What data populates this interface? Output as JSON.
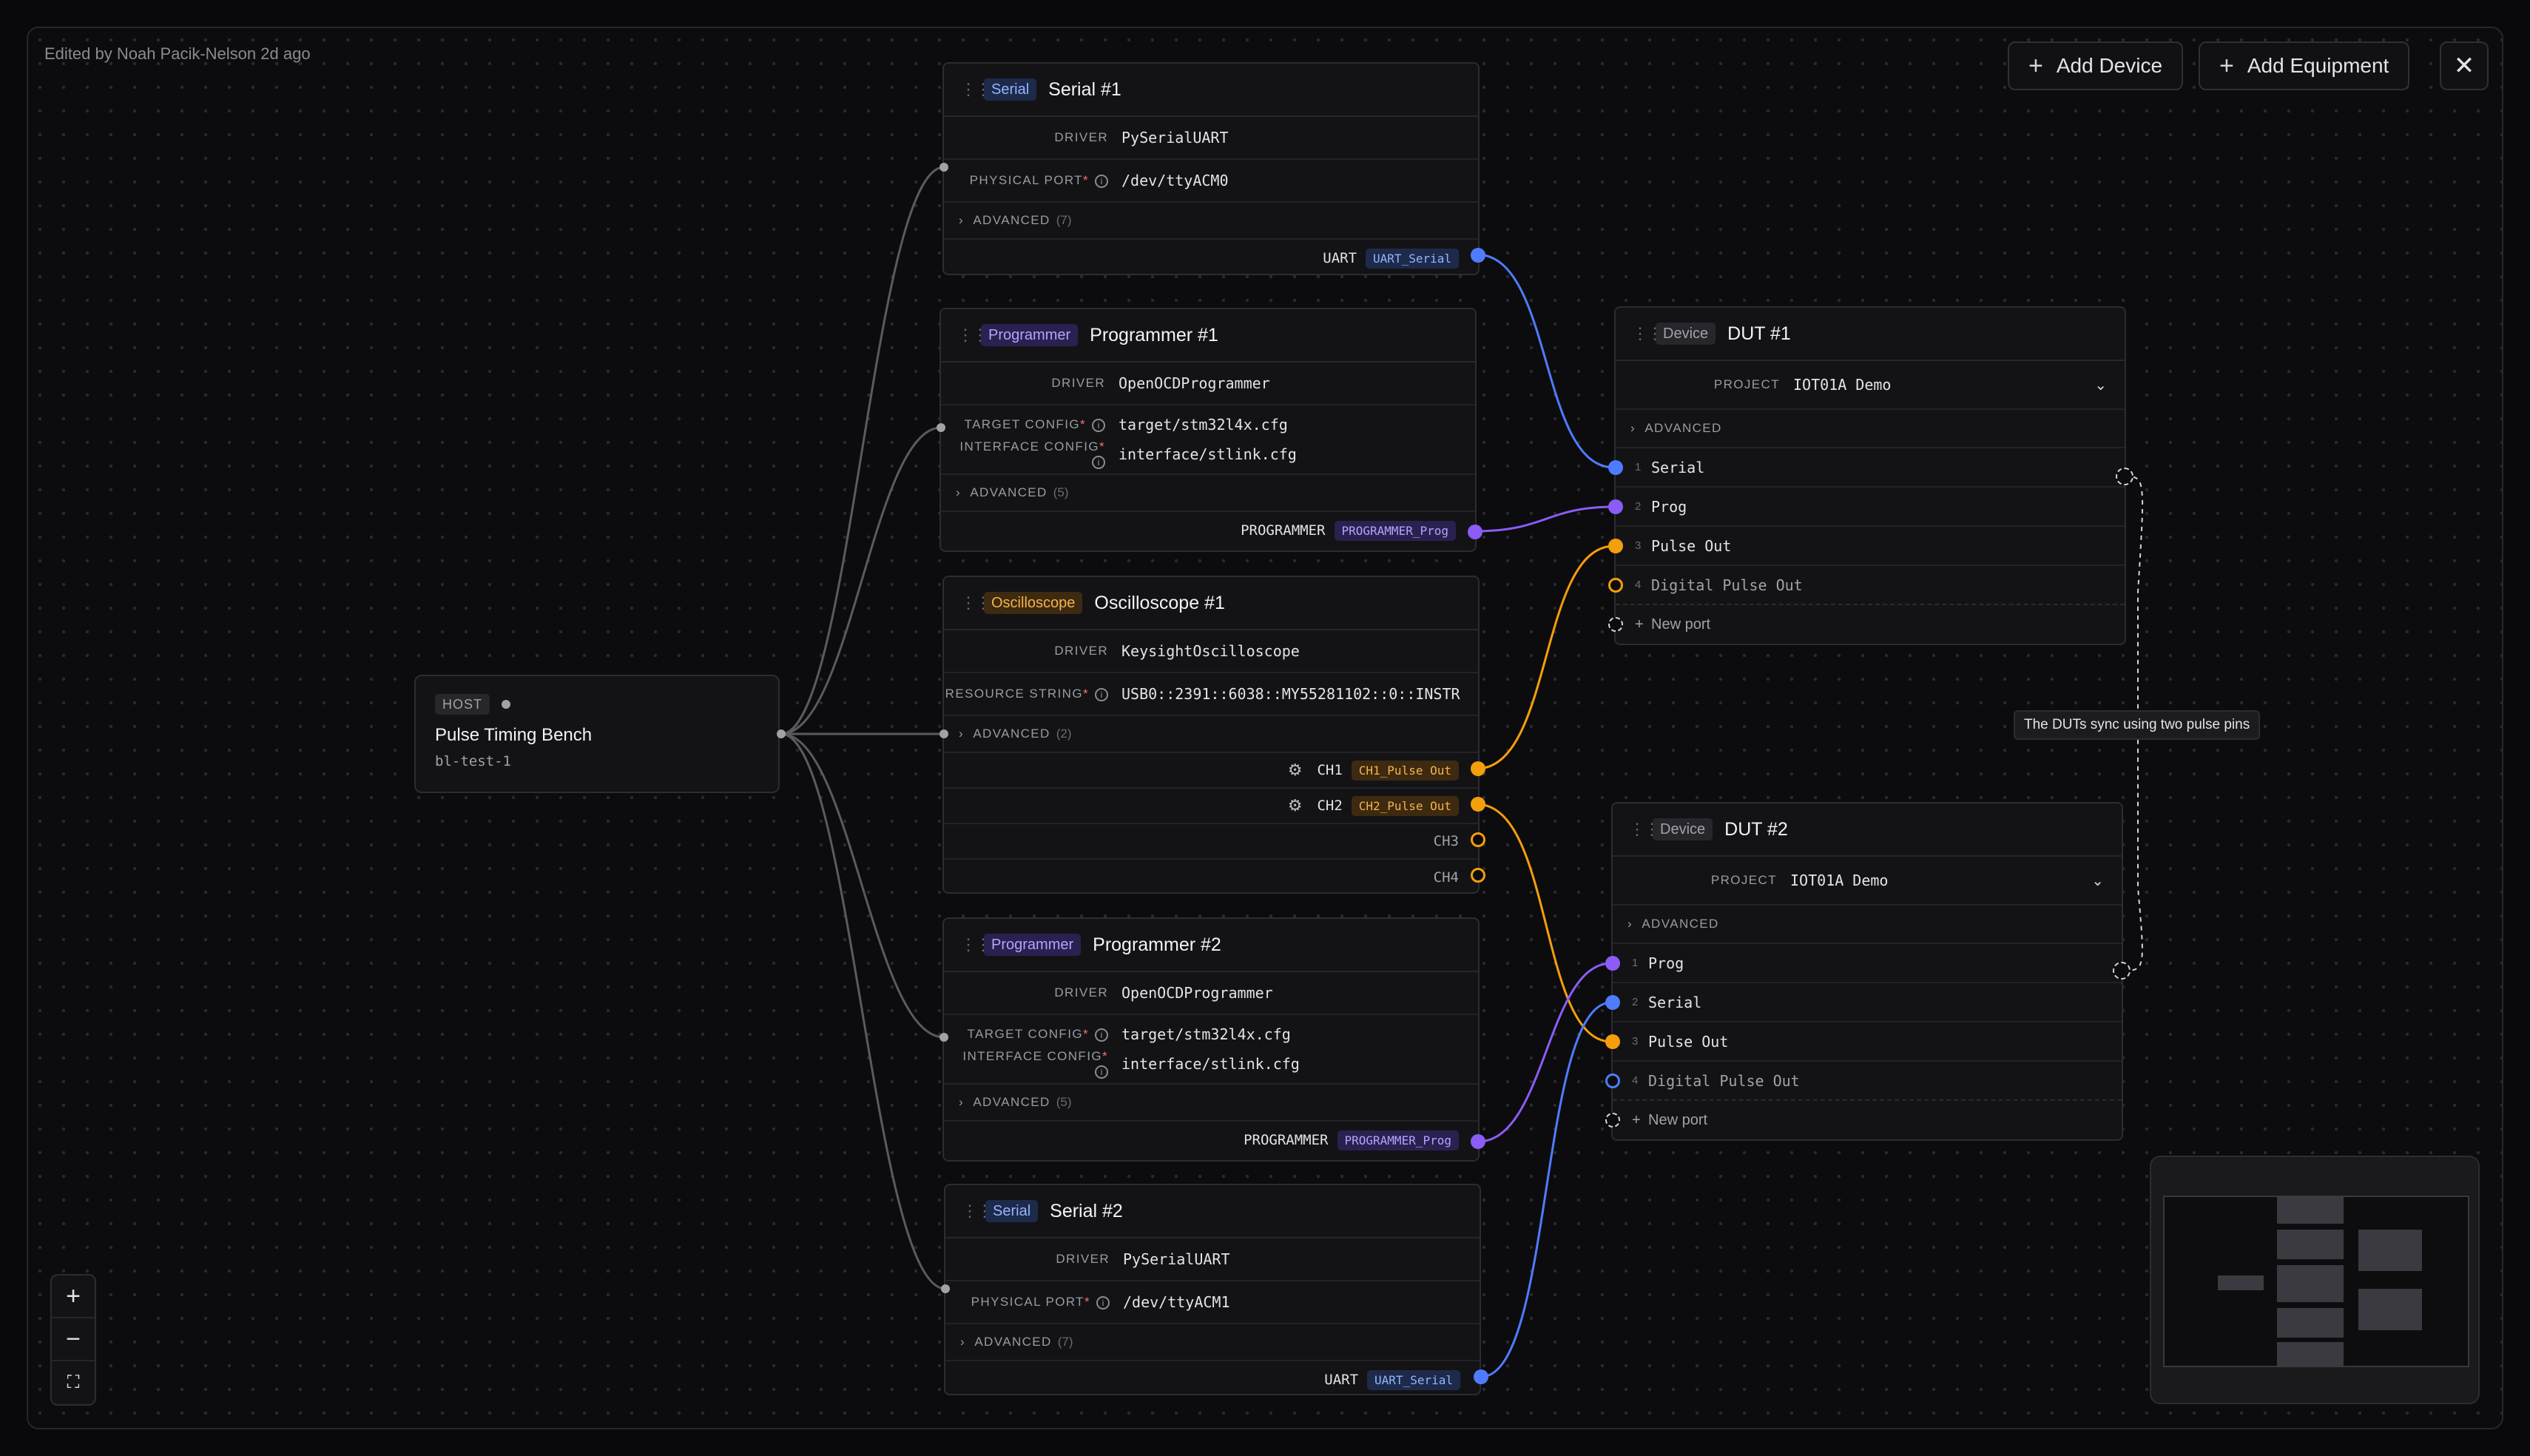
{
  "header": {
    "edited": "Edited by Noah Pacik-Nelson 2d ago"
  },
  "toolbar": {
    "add_device": "Add Device",
    "add_equipment": "Add Equipment"
  },
  "host": {
    "tag": "HOST",
    "name": "Pulse Timing Bench",
    "id": "bl-test-1"
  },
  "serial1": {
    "tag": "Serial",
    "title": "Serial #1",
    "driver_label": "DRIVER",
    "driver": "PySerialUART",
    "port_label": "PHYSICAL PORT",
    "port": "/dev/ttyACM0",
    "advanced": "ADVANCED",
    "advanced_count": "(7)",
    "out_label": "UART",
    "out_tag": "UART_Serial"
  },
  "programmer1": {
    "tag": "Programmer",
    "title": "Programmer #1",
    "driver_label": "DRIVER",
    "driver": "OpenOCDProgrammer",
    "target_label": "TARGET CONFIG",
    "target": "target/stm32l4x.cfg",
    "iface_label": "INTERFACE CONFIG",
    "iface": "interface/stlink.cfg",
    "advanced": "ADVANCED",
    "advanced_count": "(5)",
    "out_label": "PROGRAMMER",
    "out_tag": "PROGRAMMER_Prog"
  },
  "oscilloscope1": {
    "tag": "Oscilloscope",
    "title": "Oscilloscope #1",
    "driver_label": "DRIVER",
    "driver": "KeysightOscilloscope",
    "resource_label": "RESOURCE STRING",
    "resource": "USB0::2391::6038::MY55281102::0::INSTR",
    "advanced": "ADVANCED",
    "advanced_count": "(2)",
    "channels": [
      {
        "label": "CH1",
        "tag": "CH1_Pulse Out"
      },
      {
        "label": "CH2",
        "tag": "CH2_Pulse Out"
      },
      {
        "label": "CH3"
      },
      {
        "label": "CH4"
      }
    ]
  },
  "programmer2": {
    "tag": "Programmer",
    "title": "Programmer #2",
    "driver_label": "DRIVER",
    "driver": "OpenOCDProgrammer",
    "target_label": "TARGET CONFIG",
    "target": "target/stm32l4x.cfg",
    "iface_label": "INTERFACE CONFIG",
    "iface": "interface/stlink.cfg",
    "advanced": "ADVANCED",
    "advanced_count": "(5)",
    "out_label": "PROGRAMMER",
    "out_tag": "PROGRAMMER_Prog"
  },
  "serial2": {
    "tag": "Serial",
    "title": "Serial #2",
    "driver_label": "DRIVER",
    "driver": "PySerialUART",
    "port_label": "PHYSICAL PORT",
    "port": "/dev/ttyACM1",
    "advanced": "ADVANCED",
    "advanced_count": "(7)",
    "out_label": "UART",
    "out_tag": "UART_Serial"
  },
  "dut1": {
    "tag": "Device",
    "title": "DUT #1",
    "project_label": "PROJECT",
    "project": "IOT01A Demo",
    "advanced": "ADVANCED",
    "ports": [
      {
        "num": "1",
        "name": "Serial"
      },
      {
        "num": "2",
        "name": "Prog"
      },
      {
        "num": "3",
        "name": "Pulse Out"
      },
      {
        "num": "4",
        "name": "Digital Pulse Out"
      }
    ],
    "new_port": "New port"
  },
  "dut2": {
    "tag": "Device",
    "title": "DUT #2",
    "project_label": "PROJECT",
    "project": "IOT01A Demo",
    "advanced": "ADVANCED",
    "ports": [
      {
        "num": "1",
        "name": "Prog"
      },
      {
        "num": "2",
        "name": "Serial"
      },
      {
        "num": "3",
        "name": "Pulse Out"
      },
      {
        "num": "4",
        "name": "Digital Pulse Out"
      }
    ],
    "new_port": "New port"
  },
  "annotation": {
    "text": "The DUTs sync using two pulse pins"
  },
  "colors": {
    "serial": "#4f7cff",
    "programmer": "#8b5cf6",
    "scope": "#f59e0b",
    "host_wire": "#5a5a60"
  }
}
